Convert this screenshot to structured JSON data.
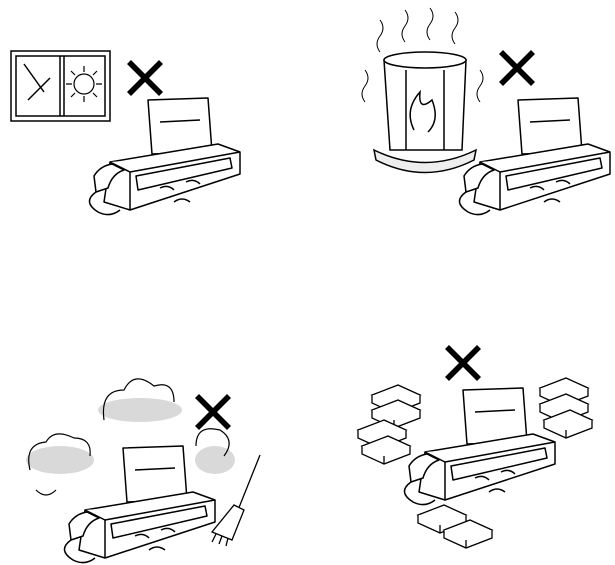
{
  "colors": {
    "ink": "#000000",
    "background": "#ffffff",
    "shade": "#d9d9d9"
  },
  "panels": [
    {
      "id": "sunlight",
      "icons": [
        "window-icon",
        "sun-icon",
        "prohibited-x-icon",
        "fax-machine-icon"
      ]
    },
    {
      "id": "heat",
      "icons": [
        "heater-icon",
        "prohibited-x-icon",
        "fax-machine-icon"
      ]
    },
    {
      "id": "dust",
      "icons": [
        "dust-cloud-icon",
        "prohibited-x-icon",
        "fax-machine-icon",
        "broom-icon"
      ]
    },
    {
      "id": "clutter",
      "icons": [
        "book-stack-icon",
        "prohibited-x-icon",
        "fax-machine-icon"
      ]
    }
  ]
}
